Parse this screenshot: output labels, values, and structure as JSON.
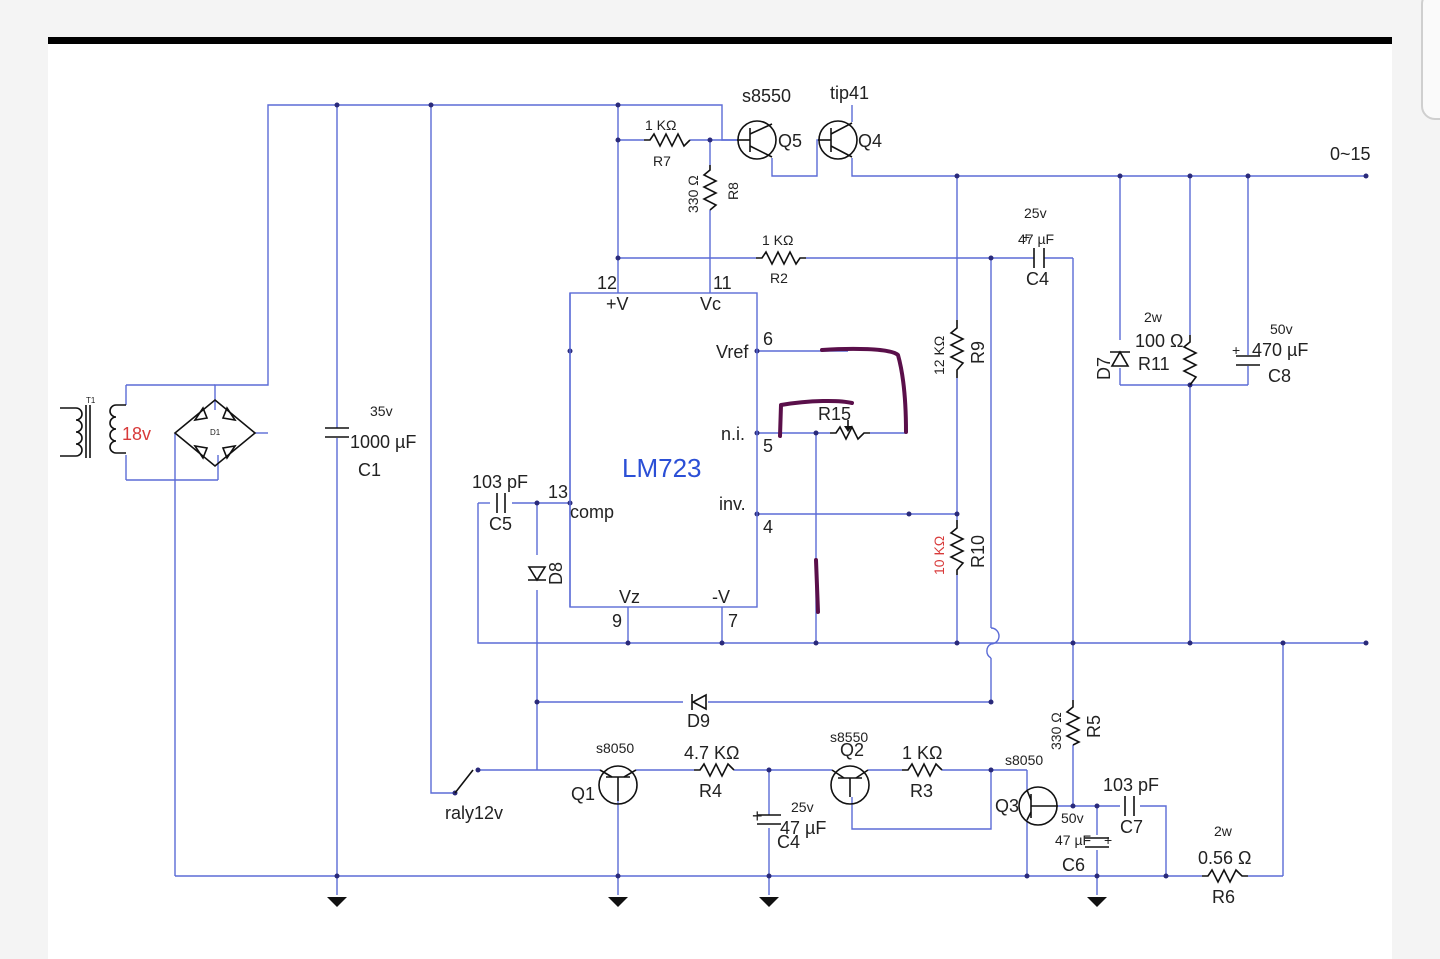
{
  "components": {
    "transformer": {
      "ref": "T1",
      "voltage": "18v"
    },
    "bridge": {
      "ref": "D1"
    },
    "c1": {
      "ref": "C1",
      "value": "1000 µF",
      "rating": "35v"
    },
    "c5": {
      "ref": "C5",
      "value": "103 pF"
    },
    "d8": {
      "ref": "D8"
    },
    "d9": {
      "ref": "D9"
    },
    "r7": {
      "ref": "R7",
      "value": "1 KΩ"
    },
    "r8": {
      "ref": "R8",
      "value": "330 Ω"
    },
    "q5": {
      "ref": "Q5",
      "part": "s8550"
    },
    "q4": {
      "ref": "Q4",
      "part": "tip41"
    },
    "r2": {
      "ref": "R2",
      "value": "1 KΩ"
    },
    "c4_top": {
      "ref": "C4",
      "value": "47 µF",
      "rating": "25v"
    },
    "r9": {
      "ref": "R9",
      "value": "12 KΩ"
    },
    "r10": {
      "ref": "R10",
      "value": "10 KΩ"
    },
    "r15": {
      "ref": "R15"
    },
    "d7": {
      "ref": "D7"
    },
    "r11": {
      "ref": "R11",
      "value": "100 Ω",
      "rating": "2w"
    },
    "c8": {
      "ref": "C8",
      "value": "470 µF",
      "rating": "50v"
    },
    "ic": {
      "name": "LM723",
      "pins": {
        "p12": "12",
        "p11": "11",
        "p6": "6",
        "p5": "5",
        "p13": "13",
        "p4": "4",
        "p9": "9",
        "p7": "7"
      },
      "labels": {
        "vplus": "+V",
        "vc": "Vc",
        "vref": "Vref",
        "ni": "n.i.",
        "comp": "comp",
        "inv": "inv.",
        "vz": "Vz",
        "vminus": "-V"
      }
    },
    "relay": {
      "label": "raly12v"
    },
    "q1": {
      "ref": "Q1",
      "part": "s8050"
    },
    "r4": {
      "ref": "R4",
      "value": "4.7 KΩ"
    },
    "c4_bot": {
      "ref": "C4",
      "value": "47 µF",
      "rating": "25v"
    },
    "q2": {
      "ref": "Q2",
      "part": "s8550"
    },
    "r3": {
      "ref": "R3",
      "value": "1 KΩ"
    },
    "q3": {
      "ref": "Q3",
      "part": "s8050"
    },
    "r5": {
      "ref": "R5",
      "value": "330 Ω"
    },
    "c7": {
      "ref": "C7",
      "value": "103 pF"
    },
    "c6": {
      "ref": "C6",
      "value": "47 µF",
      "rating": "50v"
    },
    "r6": {
      "ref": "R6",
      "value": "0.56 Ω",
      "rating": "2w"
    }
  },
  "output": {
    "label": "0~15"
  },
  "colors": {
    "wire": "#5b6bd6",
    "ic_name": "#2b4fd6",
    "highlight": "#d83a3a",
    "pen": "#5a0f4a"
  }
}
